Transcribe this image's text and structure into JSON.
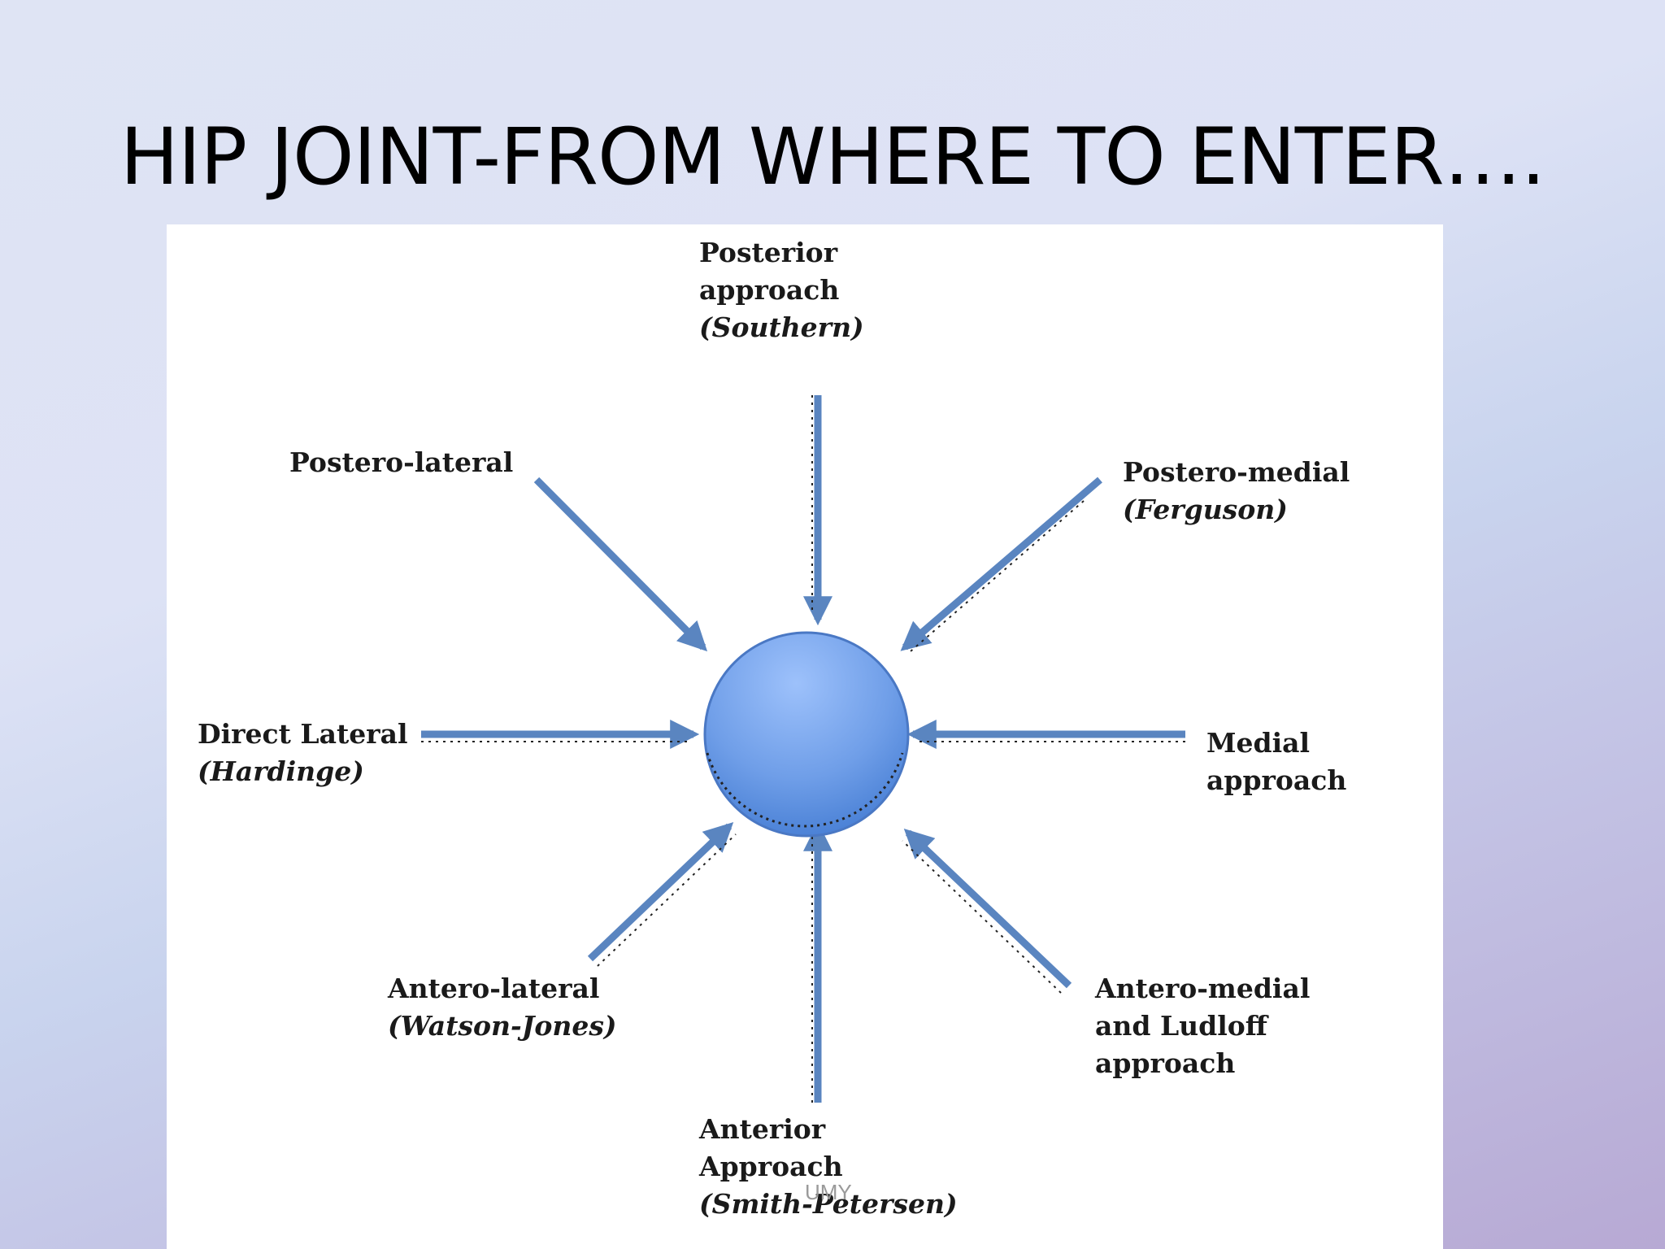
{
  "title": "HIP JOINT-FROM WHERE TO ENTER….",
  "diagram": {
    "center_color": "#6f9ee8",
    "arrow_color": "#5a85c0",
    "labels": {
      "posterior": {
        "line1": "Posterior",
        "line2": "approach",
        "eponym": "(Southern)"
      },
      "postero_lateral": {
        "line1": "Postero-lateral"
      },
      "postero_medial": {
        "line1": "Postero-medial",
        "eponym": "(Ferguson)"
      },
      "direct_lateral": {
        "line1": "Direct Lateral",
        "eponym": "(Hardinge)"
      },
      "medial": {
        "line1": "Medial",
        "line2": "approach"
      },
      "antero_lateral": {
        "line1": "Antero-lateral",
        "eponym": "(Watson-Jones)"
      },
      "antero_medial": {
        "line1": "Antero-medial",
        "line2": "and Ludloff",
        "line3": "approach"
      },
      "anterior": {
        "line1": "Anterior",
        "line2": "Approach",
        "eponym": "(Smith-Petersen)"
      }
    }
  },
  "watermark": "UMY"
}
